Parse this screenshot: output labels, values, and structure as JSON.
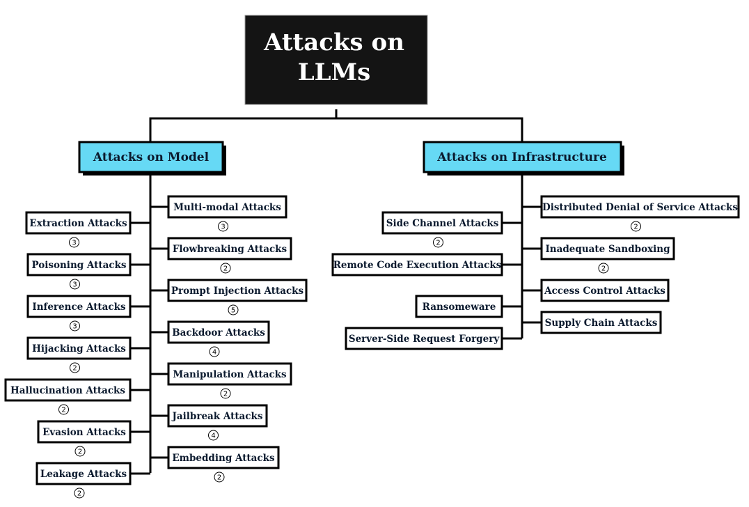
{
  "root": {
    "title_line1": "Attacks on",
    "title_line2": "LLMs"
  },
  "colors": {
    "root_fill": "#141414",
    "category_fill": "#66d9f5",
    "text": "#0b1a2e"
  },
  "categories": {
    "model": {
      "title": "Attacks on Model",
      "left": [
        {
          "label": "Extraction Attacks",
          "count": "3"
        },
        {
          "label": "Poisoning Attacks",
          "count": "3"
        },
        {
          "label": "Inference Attacks",
          "count": "3"
        },
        {
          "label": "Hijacking Attacks",
          "count": "2"
        },
        {
          "label": "Hallucination Attacks",
          "count": "2"
        },
        {
          "label": "Evasion Attacks",
          "count": "2"
        },
        {
          "label": "Leakage Attacks",
          "count": "2"
        }
      ],
      "right": [
        {
          "label": "Multi-modal Attacks",
          "count": "3"
        },
        {
          "label": "Flowbreaking Attacks",
          "count": "2"
        },
        {
          "label": "Prompt Injection Attacks",
          "count": "5"
        },
        {
          "label": "Backdoor Attacks",
          "count": "4"
        },
        {
          "label": "Manipulation Attacks",
          "count": "2"
        },
        {
          "label": "Jailbreak Attacks",
          "count": "4"
        },
        {
          "label": "Embedding Attacks",
          "count": "2"
        }
      ]
    },
    "infrastructure": {
      "title": "Attacks on Infrastructure",
      "left": [
        {
          "label": "Side Channel Attacks",
          "count": "2"
        },
        {
          "label": "Remote Code Execution Attacks",
          "count": ""
        },
        {
          "label": "Ransomeware",
          "count": ""
        },
        {
          "label": "Server-Side Request Forgery",
          "count": ""
        }
      ],
      "right": [
        {
          "label": "Distributed Denial of Service Attacks",
          "count": "2"
        },
        {
          "label": "Inadequate Sandboxing",
          "count": "2"
        },
        {
          "label": "Access Control Attacks",
          "count": ""
        },
        {
          "label": "Supply Chain Attacks",
          "count": ""
        }
      ]
    }
  }
}
